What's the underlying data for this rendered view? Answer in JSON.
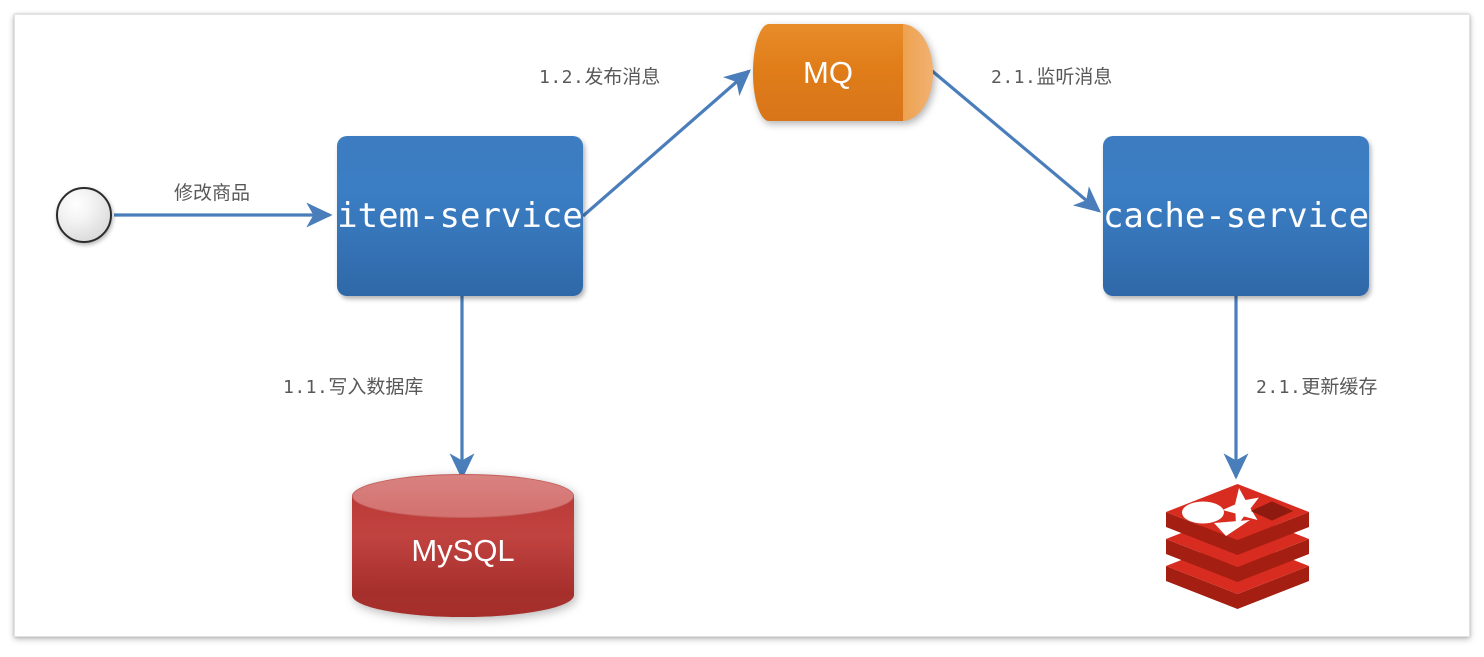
{
  "diagram": {
    "title": "cache-update-via-mq-flow",
    "colors": {
      "service_box": "#3b7ec4",
      "mq": "#e07d19",
      "mysql": "#bb3a37",
      "redis": "#d82c20",
      "arrow": "#4a7ebb",
      "label_text": "#59595b",
      "canvas": "#ffffff"
    },
    "nodes": [
      {
        "id": "start",
        "label": "",
        "shape": "circle",
        "kind": "start-node"
      },
      {
        "id": "item-service",
        "label": "item-service",
        "shape": "rounded-rect",
        "kind": "service"
      },
      {
        "id": "mq",
        "label": "MQ",
        "shape": "horizontal-cylinder",
        "kind": "message-queue"
      },
      {
        "id": "cache-service",
        "label": "cache-service",
        "shape": "rounded-rect",
        "kind": "service"
      },
      {
        "id": "mysql",
        "label": "MySQL",
        "shape": "vertical-cylinder",
        "kind": "database"
      },
      {
        "id": "redis",
        "label": "",
        "shape": "redis-logo",
        "kind": "cache"
      }
    ],
    "edges": [
      {
        "id": "e1",
        "from": "start",
        "to": "item-service",
        "label": "修改商品",
        "seq": ""
      },
      {
        "id": "e2",
        "from": "item-service",
        "to": "mysql",
        "label": "写入数据库",
        "seq": "1.1."
      },
      {
        "id": "e3",
        "from": "item-service",
        "to": "mq",
        "label": "发布消息",
        "seq": "1.2."
      },
      {
        "id": "e4",
        "from": "mq",
        "to": "cache-service",
        "label": "监听消息",
        "seq": "2.1."
      },
      {
        "id": "e5",
        "from": "cache-service",
        "to": "redis",
        "label": "更新缓存",
        "seq": "2.1."
      }
    ]
  }
}
